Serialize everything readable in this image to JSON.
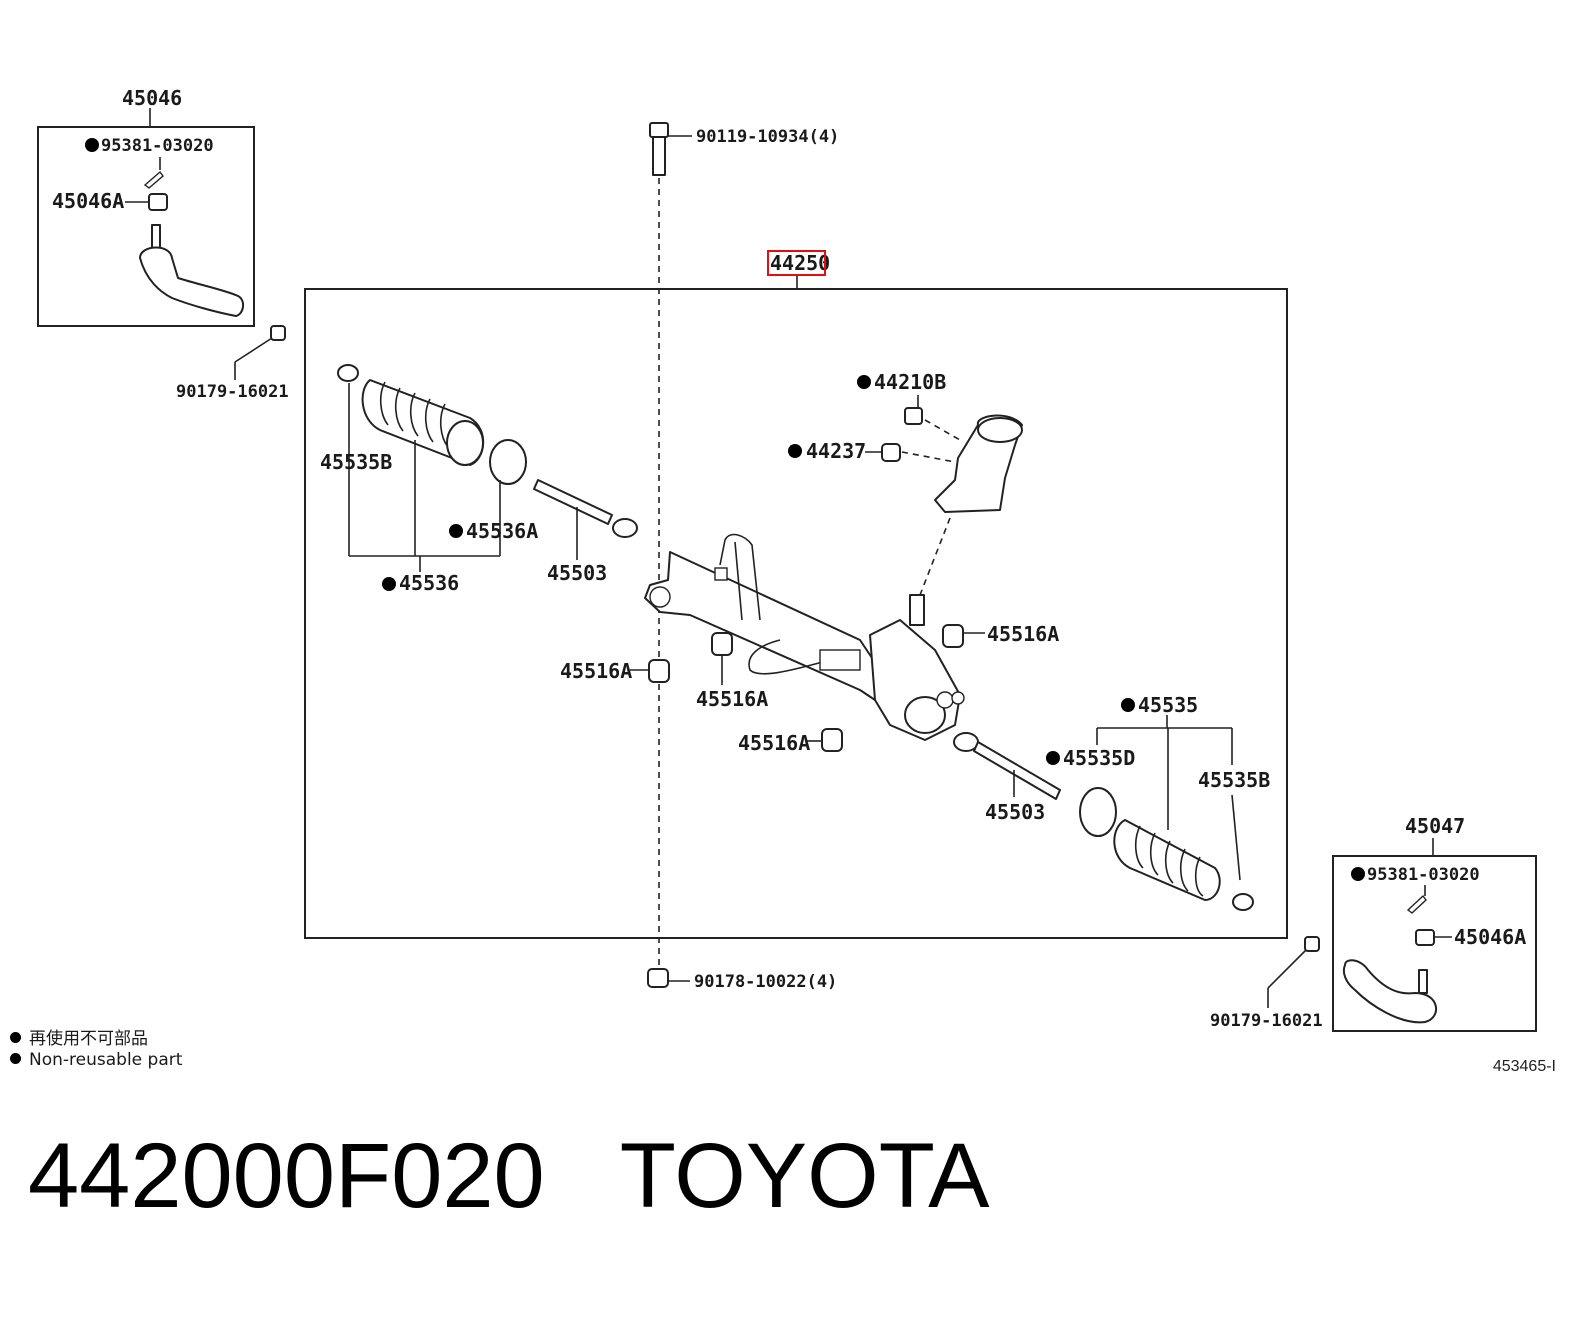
{
  "callouts": {
    "tie_rod_end_lh": "45046",
    "cotter_pin_lh": "95381-03020",
    "nut_lh": "45046A",
    "nut_lh_outer": "90179-16021",
    "bolt_top": "90119-10934(4)",
    "gear_assy": "44250",
    "valve_housing": "44210B",
    "oil_seal": "44237",
    "boot_lh": "45535B",
    "clip_lh": "45536A",
    "boot_set_lh": "45536",
    "tie_rod_lh": "45503",
    "bush_a1": "45516A",
    "bush_a2": "45516A",
    "bush_a3": "45516A",
    "bush_a4": "45516A",
    "boot_set_rh": "45535",
    "clip_rh": "45535D",
    "boot_rh": "45535B",
    "tie_rod_rh": "45503",
    "tie_rod_end_rh": "45047",
    "cotter_pin_rh": "95381-03020",
    "nut_rh": "45046A",
    "nut_bottom": "90178-10022(4)",
    "nut_rh_outer": "90179-16021"
  },
  "legend": {
    "line1": "再使用不可部品",
    "line2": "Non-reusable part"
  },
  "diagram_code": "453465-I",
  "title": "442000F020   TOYOTA",
  "colors": {
    "highlight": "#e01010",
    "line": "#222222"
  }
}
